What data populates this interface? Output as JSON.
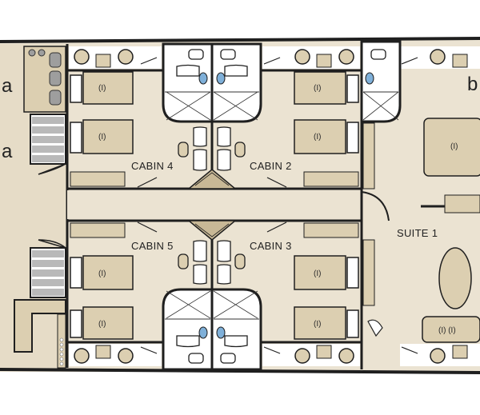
{
  "plan": {
    "colors": {
      "floor": "#ebe3d2",
      "furniture": "#dccfb1",
      "wall": "#1f1f1f",
      "tile": "#ffffff",
      "blue": "#7fb0d9",
      "gray_step": "#b9b9b9"
    },
    "cabins": [
      {
        "label": "CABIN 4"
      },
      {
        "label": "CABIN 2"
      },
      {
        "label": "CABIN 5"
      },
      {
        "label": "CABIN 3"
      },
      {
        "label": "SUITE 1"
      }
    ],
    "bed_marks": {
      "single": "(I)",
      "suite_twin": "(I)  (I)"
    },
    "edge_fragments": {
      "left_upper": "a",
      "left_lower": "a",
      "right_top": "b"
    }
  }
}
